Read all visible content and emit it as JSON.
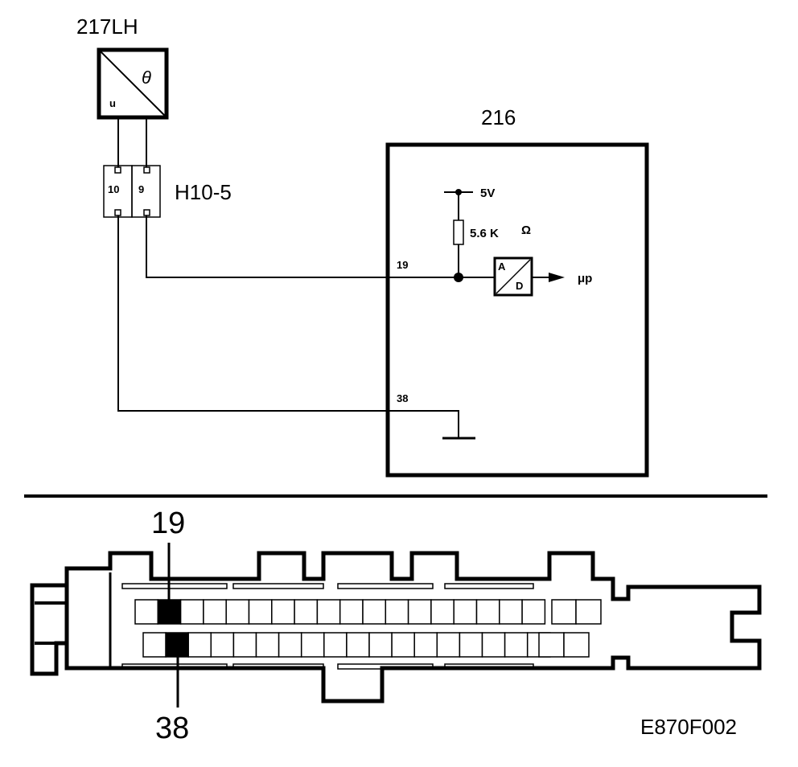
{
  "sensor": {
    "id": "217LH",
    "theta": "θ",
    "u": "u"
  },
  "connector": {
    "id": "H10-5",
    "pin_left": "10",
    "pin_right": "9"
  },
  "ecu": {
    "id": "216",
    "supply": "5V",
    "resistor": "5.6 K",
    "ohm": "Ω",
    "pin_signal": "19",
    "pin_ground": "38",
    "converter_a": "A",
    "converter_d": "D",
    "output": "μp"
  },
  "plug": {
    "pin_top": "19",
    "pin_bottom": "38"
  },
  "figure_code": "E870F002"
}
